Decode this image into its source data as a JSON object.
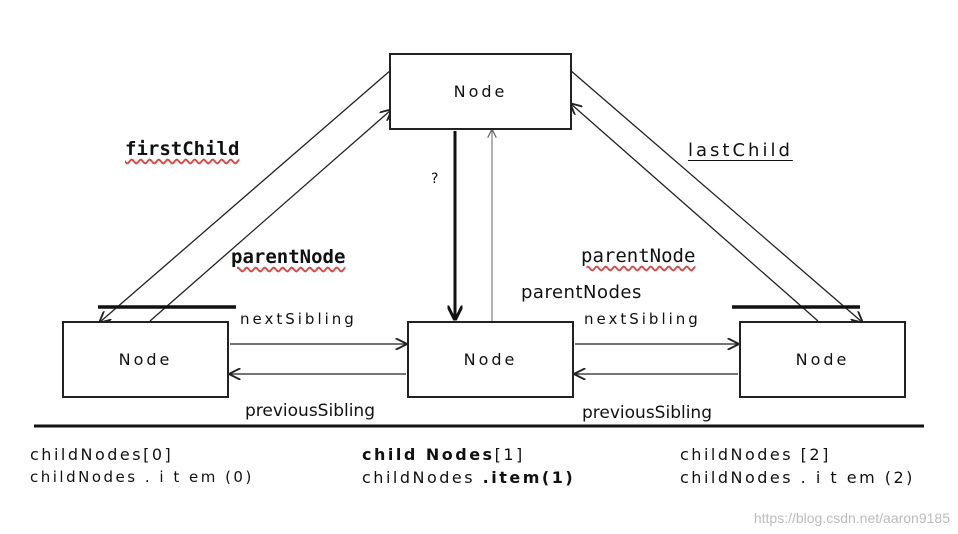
{
  "nodes": {
    "top": "Node",
    "left": "Node",
    "middle": "Node",
    "right": "Node"
  },
  "labels": {
    "first_child": "firstChild",
    "last_child": "lastChild",
    "parent_node_left": "parentNode",
    "parent_node_right": "parentNode",
    "parent_nodes": "parentNodes",
    "question": "?",
    "next_sibling_left": "nextSibling",
    "next_sibling_right": "nextSibling",
    "previous_sibling_left": "previousSibling",
    "previous_sibling_right": "previousSibling"
  },
  "footer": {
    "col0_line1": "childNodes[0]",
    "col0_line2": "childNodes . i t em (0)",
    "col1_line1_bold": "child Nodes",
    "col1_line1_rest": "[1]",
    "col1_line2_start": "childNodes ",
    "col1_line2_bold": ".item(1)",
    "col2_line1": "childNodes  [2]",
    "col2_line2": "childNodes . i t em  (2)"
  },
  "watermark": "https://blog.csdn.net/aaron9185"
}
